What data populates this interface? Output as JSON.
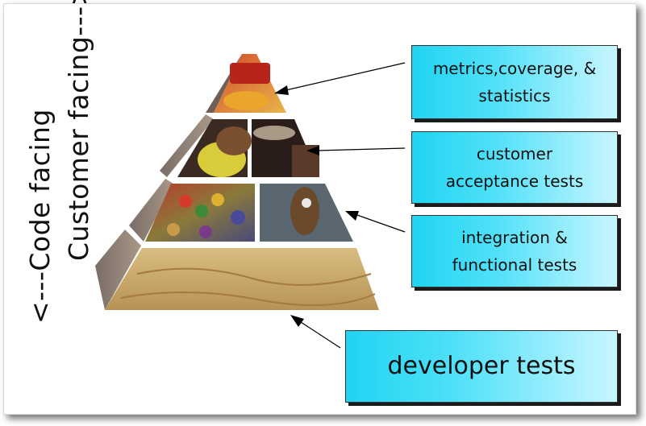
{
  "axis_labels": {
    "code_facing": "<---Code facing",
    "customer_facing": "Customer facing--->"
  },
  "layers": [
    {
      "label": "metrics,coverage, & statistics",
      "label_lines": [
        "metrics,coverage, &",
        "statistics"
      ]
    },
    {
      "label": "customer acceptance tests",
      "label_lines": [
        "customer",
        "acceptance tests"
      ]
    },
    {
      "label": "integration & functional tests",
      "label_lines": [
        "integration &",
        "functional tests"
      ]
    },
    {
      "label": "developer tests",
      "label_lines": [
        "developer tests"
      ]
    }
  ],
  "colors": {
    "box_gradient_start": "#20d4f2",
    "box_gradient_end": "#c8f6ff",
    "arrow": "#000000",
    "base_layer": "#c9a86a",
    "pyramid_side": "#8a7a6e"
  },
  "icons": [
    "food-pyramid-image",
    "arrow-icon"
  ]
}
